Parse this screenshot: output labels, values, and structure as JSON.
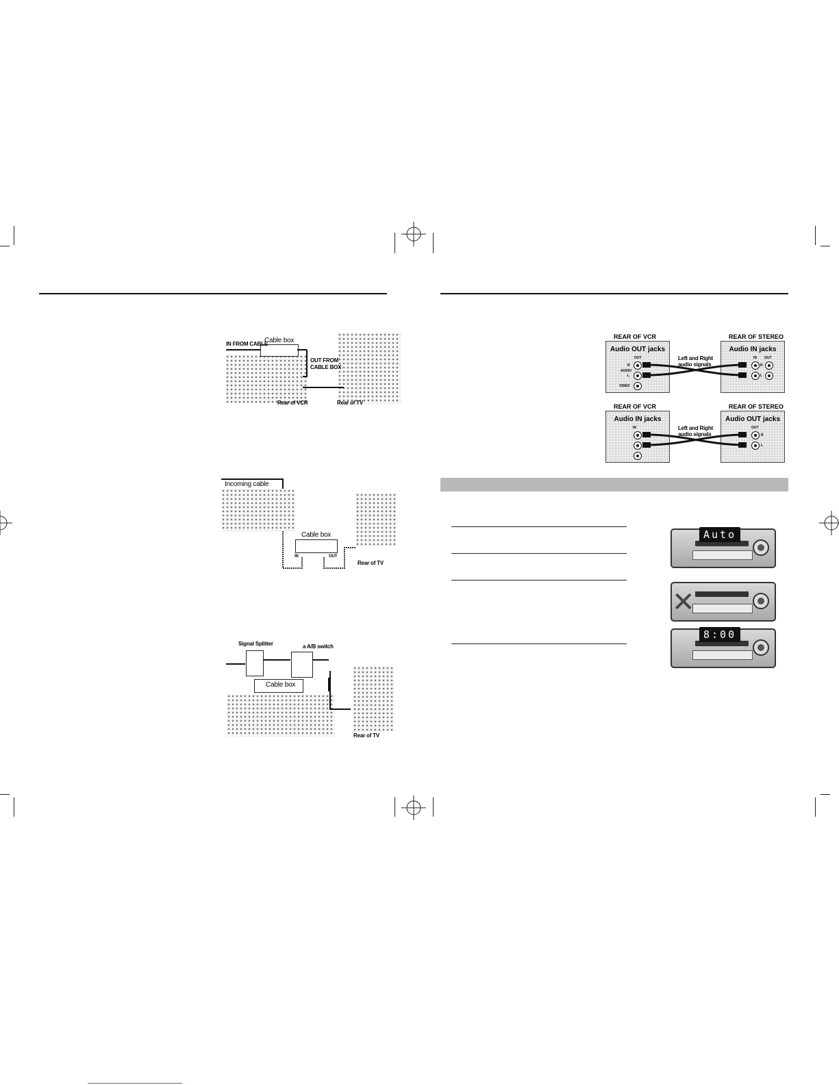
{
  "fig1": {
    "in_from_cable": "IN FROM CABLE",
    "cable_box": "Cable box",
    "out_from": "OUT FROM",
    "cable_box_small": "CABLE BOX",
    "rear_vcr": "Rear of VCR",
    "rear_tv": "Rear of TV"
  },
  "fig2": {
    "incoming_cable": "Incoming cable",
    "cable_box": "Cable box",
    "in": "IN",
    "out": "OUT",
    "rear_tv": "Rear of TV"
  },
  "fig3": {
    "signal_splitter": "Signal Splitter",
    "ab_switch": "a A/B switch",
    "cable_box": "Cable box",
    "rear_tv": "Rear of TV"
  },
  "stereo1": {
    "rear_vcr": "REAR OF VCR",
    "rear_stereo": "REAR OF STEREO",
    "left_panel_title": "Audio OUT jacks",
    "right_panel_title": "Audio IN jacks",
    "signals_line1": "Left and Right",
    "signals_line2": "audio signals",
    "out": "OUT",
    "in": "IN",
    "r": "R",
    "l": "L",
    "audio": "AUDIO",
    "video": "VIDEO"
  },
  "stereo2": {
    "rear_vcr": "REAR OF VCR",
    "rear_stereo": "REAR OF STEREO",
    "left_panel_title": "Audio IN jacks",
    "right_panel_title": "Audio OUT jacks",
    "signals_line1": "Left and Right",
    "signals_line2": "audio signals",
    "in": "IN",
    "out": "OUT",
    "r": "R",
    "l": "L"
  },
  "vcr_displays": {
    "auto": "Auto",
    "time": "8:00"
  },
  "colors": {
    "section_bar": "#b9b9b9",
    "ink": "#111111"
  }
}
